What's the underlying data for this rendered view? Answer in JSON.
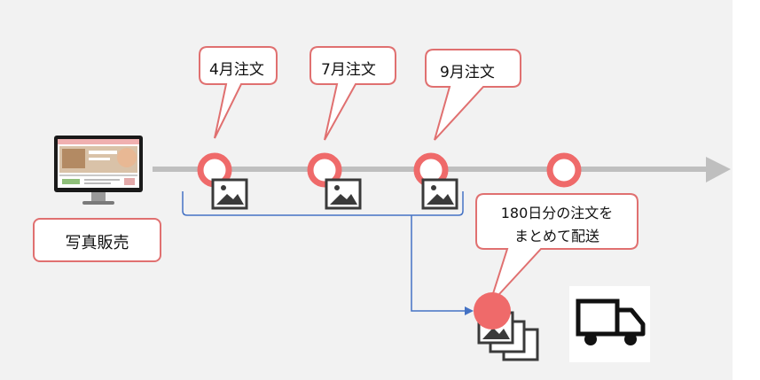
{
  "callouts": {
    "order_apr": "4月注文",
    "order_jul": "7月注文",
    "order_sep": "9月注文",
    "combined_line1": "180日分の注文を",
    "combined_line2": "まとめて配送"
  },
  "photo_sales_label": "写真販売",
  "colors": {
    "panel": "#f2f2f2",
    "timeline": "#bfbfbf",
    "node": "#ef6a6a",
    "callout_border": "#e07070",
    "bracket": "#4472c4",
    "icon": "#3a3a3a"
  },
  "icons": {
    "monitor": "computer-monitor-icon",
    "photo": "image-icon",
    "photo_stack": "photo-stack-icon",
    "truck": "delivery-truck-icon"
  }
}
